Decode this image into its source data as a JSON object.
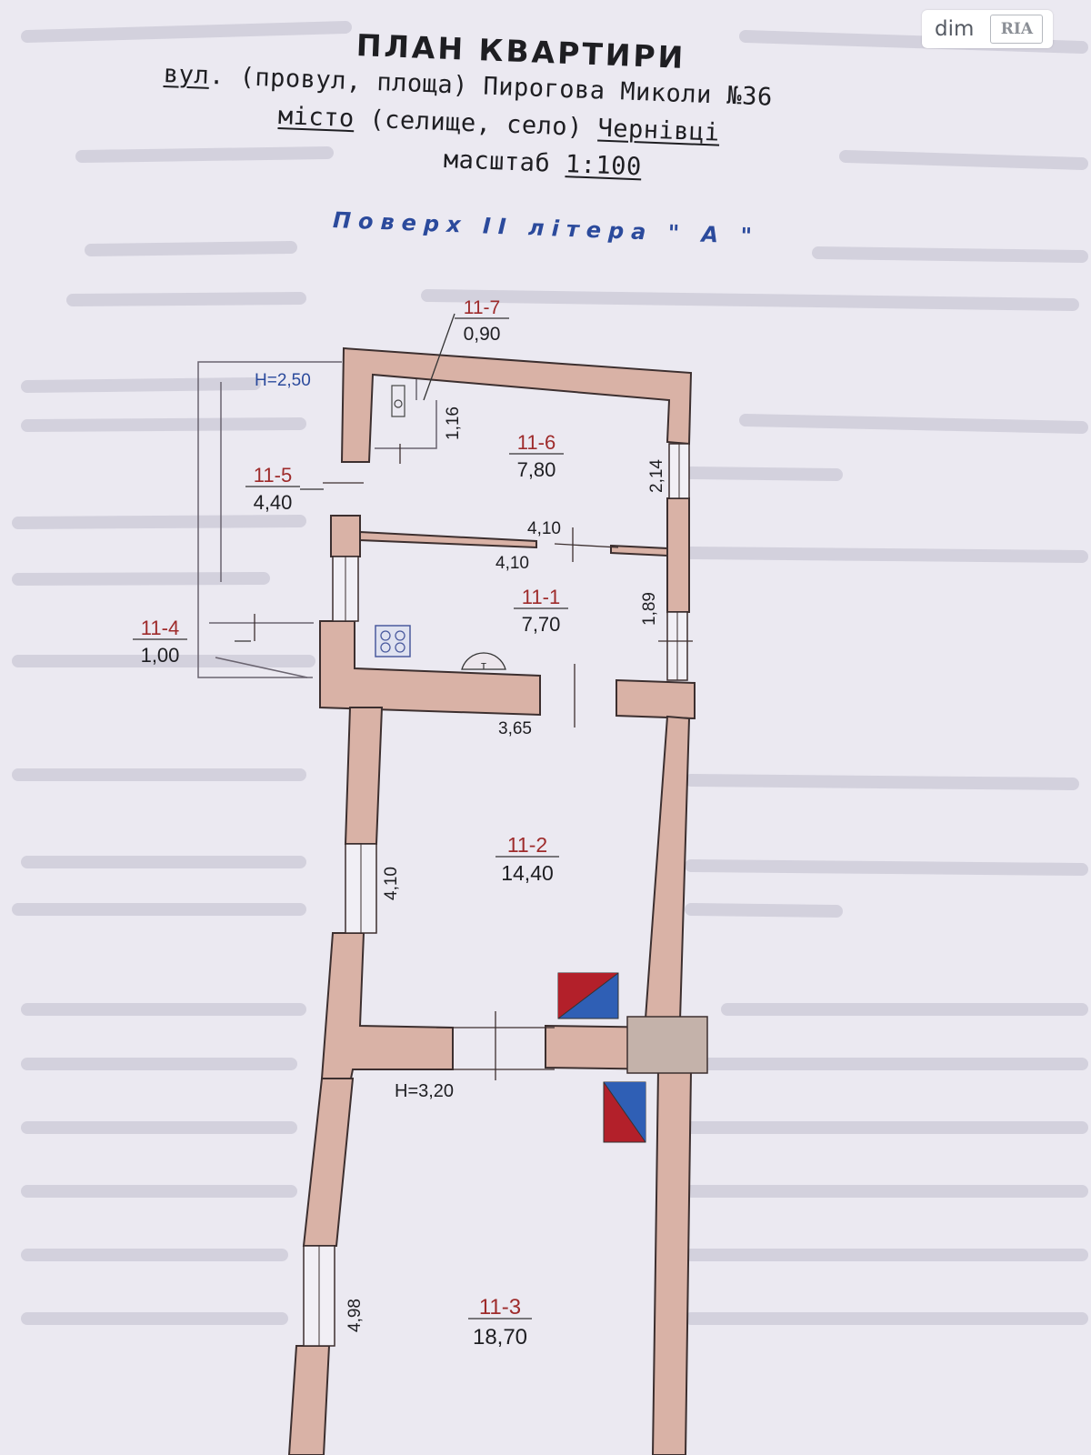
{
  "document": {
    "title": "ПЛАН  КВАРТИРИ",
    "street_prefix": "вул",
    "street_rest": ". (провул, площа) Пирогова Миколи №36",
    "city_prefix": "місто",
    "city_middle": " (селище, село) ",
    "city_name": "Чернівці",
    "scale_label": "масштаб",
    "scale_value": "1:100",
    "floor_label": "Поверх II літера \" А \""
  },
  "watermark": {
    "dim": "dim",
    "ria": "RIA"
  },
  "plan": {
    "rooms": [
      {
        "id": "11-7",
        "area": "0,90"
      },
      {
        "id": "11-6",
        "area": "7,80"
      },
      {
        "id": "11-5",
        "area": "4,40"
      },
      {
        "id": "11-1",
        "area": "7,70"
      },
      {
        "id": "11-4",
        "area": "1,00"
      },
      {
        "id": "11-2",
        "area": "14,40"
      },
      {
        "id": "11-3",
        "area": "18,70"
      }
    ],
    "heights": [
      "H=2,50",
      "H=3,20"
    ],
    "dimensions": [
      "1,16",
      "2,14",
      "4,10",
      "4,10",
      "1,89",
      "3,65",
      "4,10",
      "4,98"
    ]
  },
  "colors": {
    "wall": "#d9b2a6",
    "wall_stroke": "#3c2f2f",
    "room_id": "#9e2b2b",
    "floor_label": "#2b4a9c",
    "vent_red": "#b3202a",
    "vent_blue": "#2f5fb5"
  }
}
